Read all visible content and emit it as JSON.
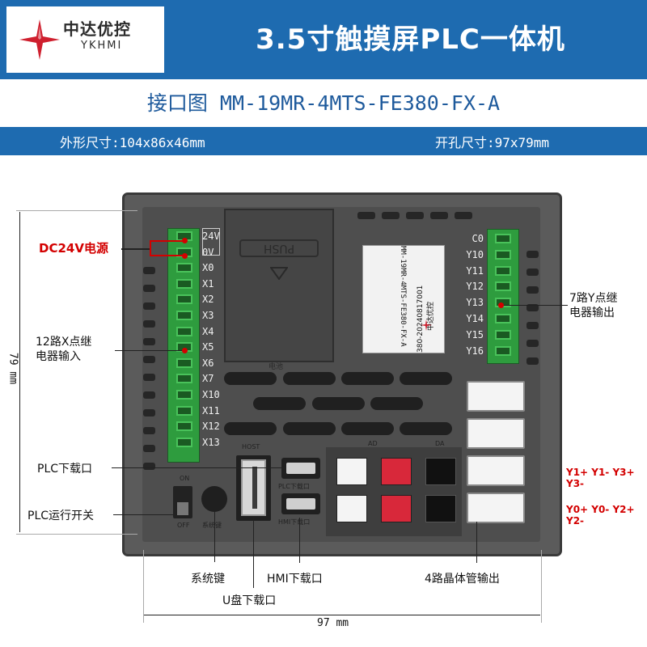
{
  "header": {
    "brand_cn": "中达优控",
    "brand_en": "YKHMI",
    "title": "3.5寸触摸屏PLC一体机"
  },
  "subtitle": "接口图 MM-19MR-4MTS-FE380-FX-A",
  "spec": {
    "outer_size": "外形尺寸:104x86x46mm",
    "cutout_size": "开孔尺寸:97x79mm"
  },
  "device": {
    "push_label": "PUSH",
    "battery_label": "电池",
    "sticker_model": "MM-19MR-4MTS-FE380-FX-A",
    "sticker_serial": "380-20240817001",
    "sticker_brand": "中达优控",
    "usb_label": "HOST",
    "plc_port_label": "PLC下载口",
    "hmi_port_label": "HMI下载口",
    "ad_label": "AD",
    "da_label": "DA",
    "switch_on": "ON",
    "switch_off": "OFF",
    "sys_key_label": "系统键",
    "x_terminals": [
      "24V",
      "0V",
      "X0",
      "X1",
      "X2",
      "X3",
      "X4",
      "X5",
      "X6",
      "X7",
      "X10",
      "X11",
      "X12",
      "X13"
    ],
    "y_terminals": [
      "C0",
      "Y10",
      "Y11",
      "Y12",
      "Y13",
      "Y14",
      "Y15",
      "Y16"
    ]
  },
  "annotations": {
    "dc24v": "DC24V电源",
    "x_inputs_1": "12路X点继",
    "x_inputs_2": "电器输入",
    "y_outputs_1": "7路Y点继",
    "y_outputs_2": "电器输出",
    "plc_download": "PLC下载口",
    "plc_switch": "PLC运行开关",
    "system_key": "系统键",
    "hmi_download": "HMI下载口",
    "udisk_download": "U盘下载口",
    "transistor_outputs": "4路晶体管输出",
    "y_row1": "Y1+ Y1- Y3+ Y3-",
    "y_row2": "Y0+ Y0- Y2+ Y2-"
  },
  "dimensions": {
    "height": "79 mm",
    "width": "97 mm"
  },
  "colors": {
    "brand_blue": "#1e6bb0",
    "accent_red": "#d30000",
    "terminal_green": "#2e9c3e"
  }
}
